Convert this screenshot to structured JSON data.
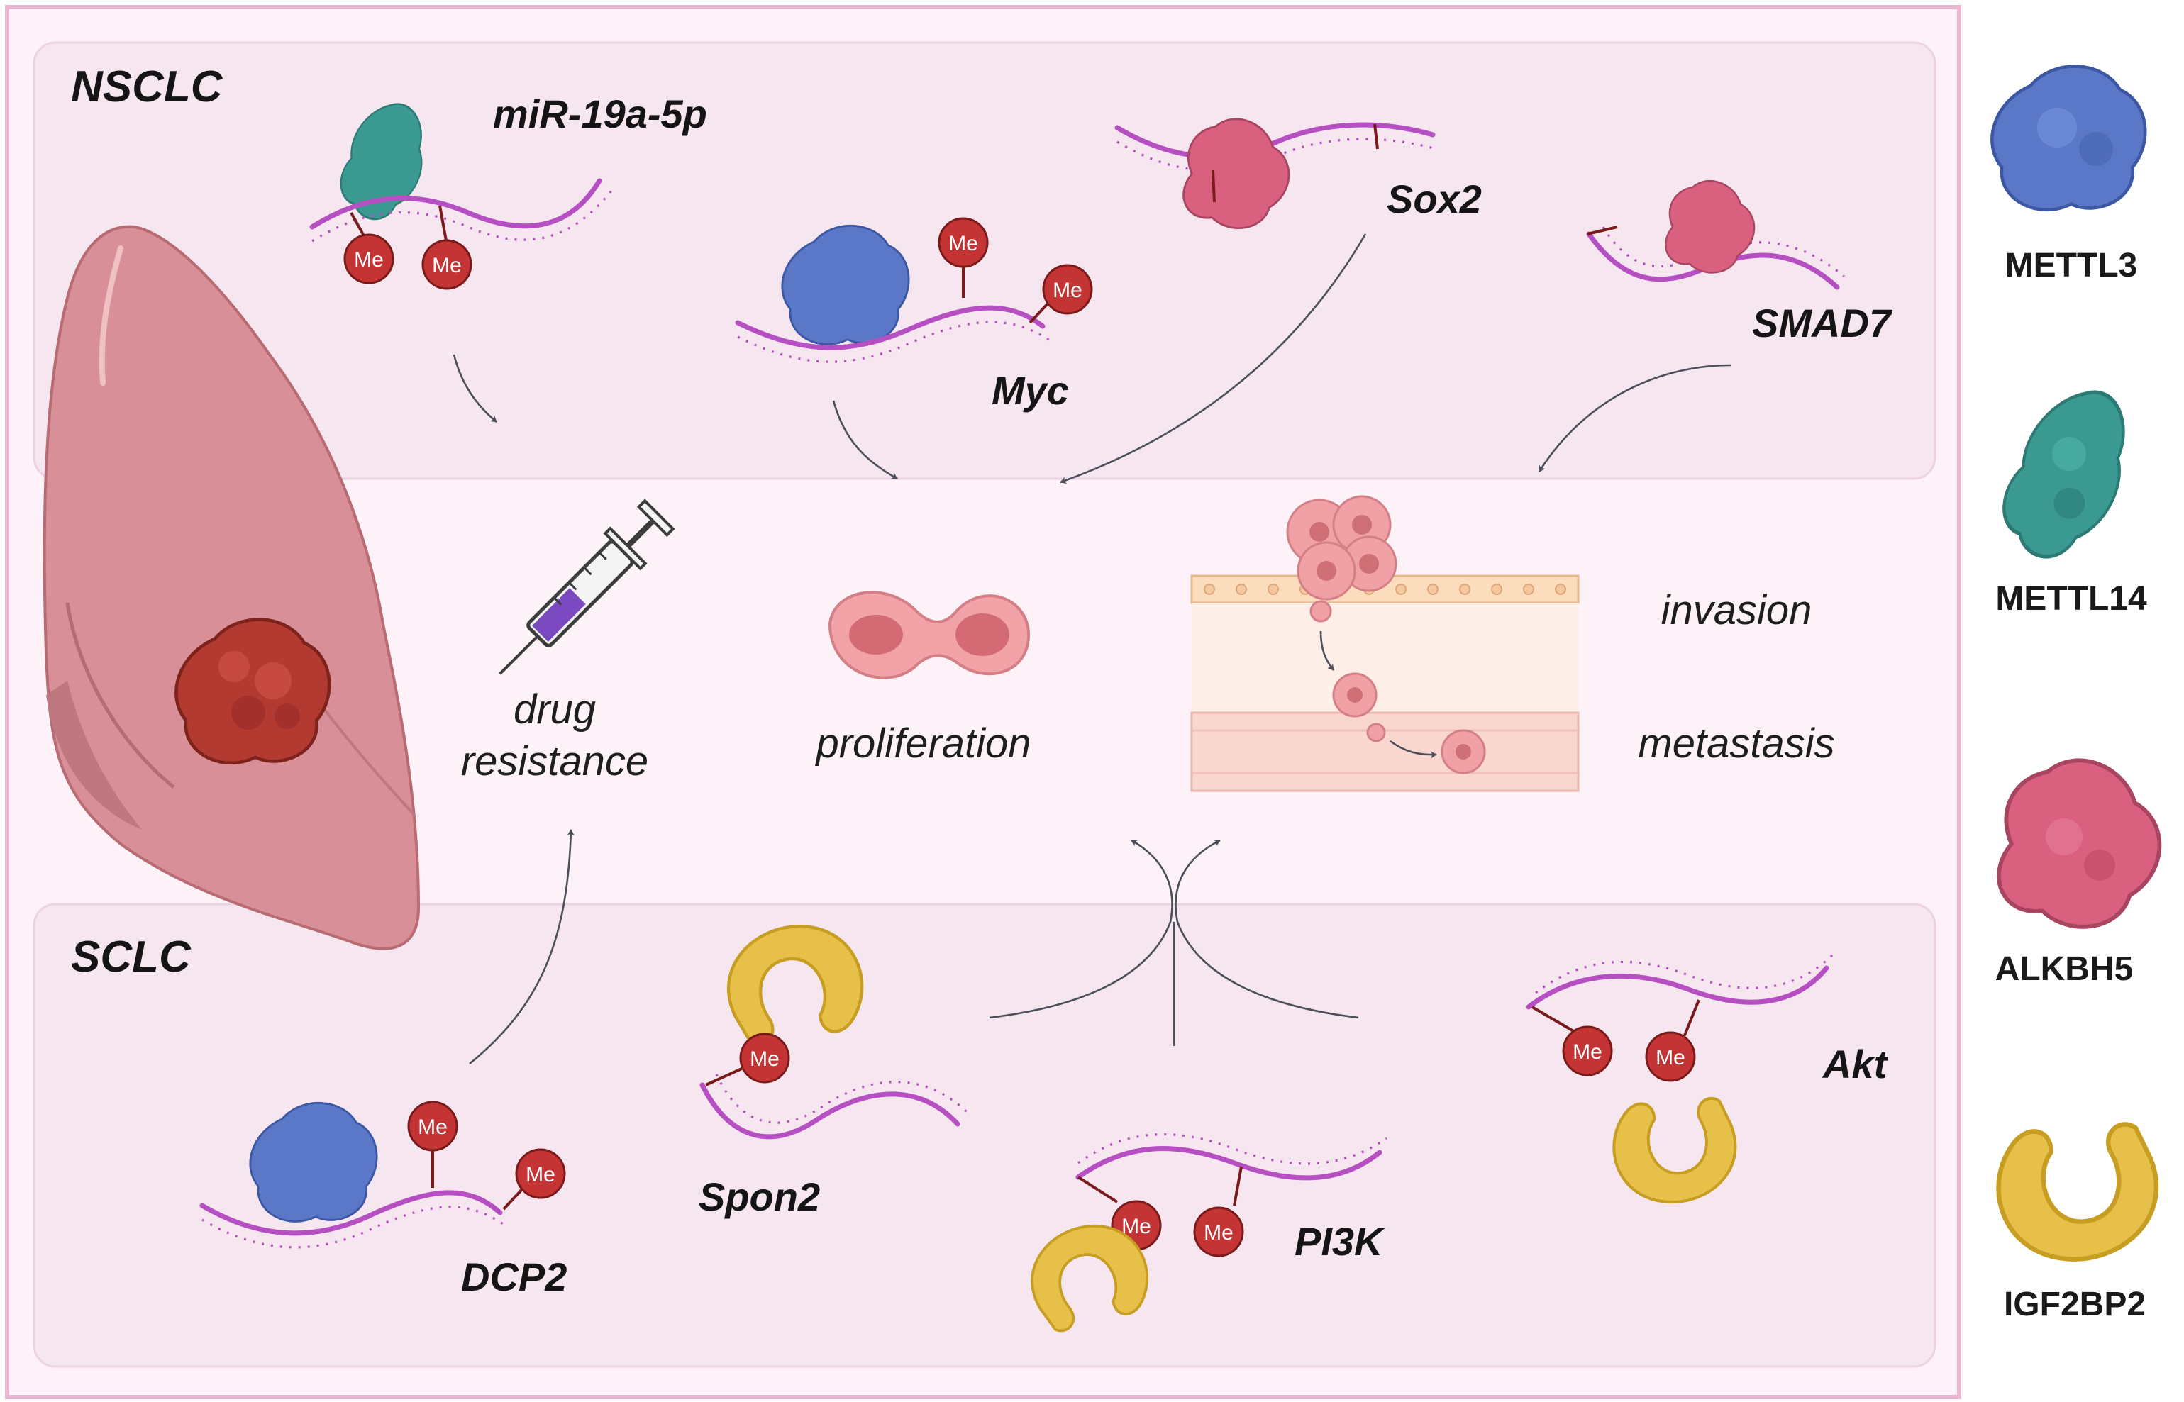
{
  "panels": {
    "nsclc_title": "NSCLC",
    "sclc_title": "SCLC"
  },
  "genes": {
    "mir19a": "miR-19a-5p",
    "myc": "Myc",
    "sox2": "Sox2",
    "smad7": "SMAD7",
    "dcp2": "DCP2",
    "spon2": "Spon2",
    "pi3k": "PI3K",
    "akt": "Akt"
  },
  "outcomes": {
    "drug_line1": "drug",
    "drug_line2": "resistance",
    "proliferation": "proliferation",
    "invasion": "invasion",
    "metastasis": "metastasis"
  },
  "methyl_mark": "Me",
  "legend": [
    {
      "label": "METTL3",
      "color": "#5b78c8"
    },
    {
      "label": "METTL14",
      "color": "#3a9a92"
    },
    {
      "label": "ALKBH5",
      "color": "#d9607f"
    },
    {
      "label": "IGF2BP2",
      "color": "#e7c04a"
    }
  ],
  "colors": {
    "frame_border": "#e8b8d3",
    "panel_bg": "#f6e6f0",
    "center_bg": "#fcf2f8",
    "rna": "#b64fc2",
    "me_badge": "#c43434",
    "lung": "#d98f97",
    "tumor": "#b23a30"
  }
}
